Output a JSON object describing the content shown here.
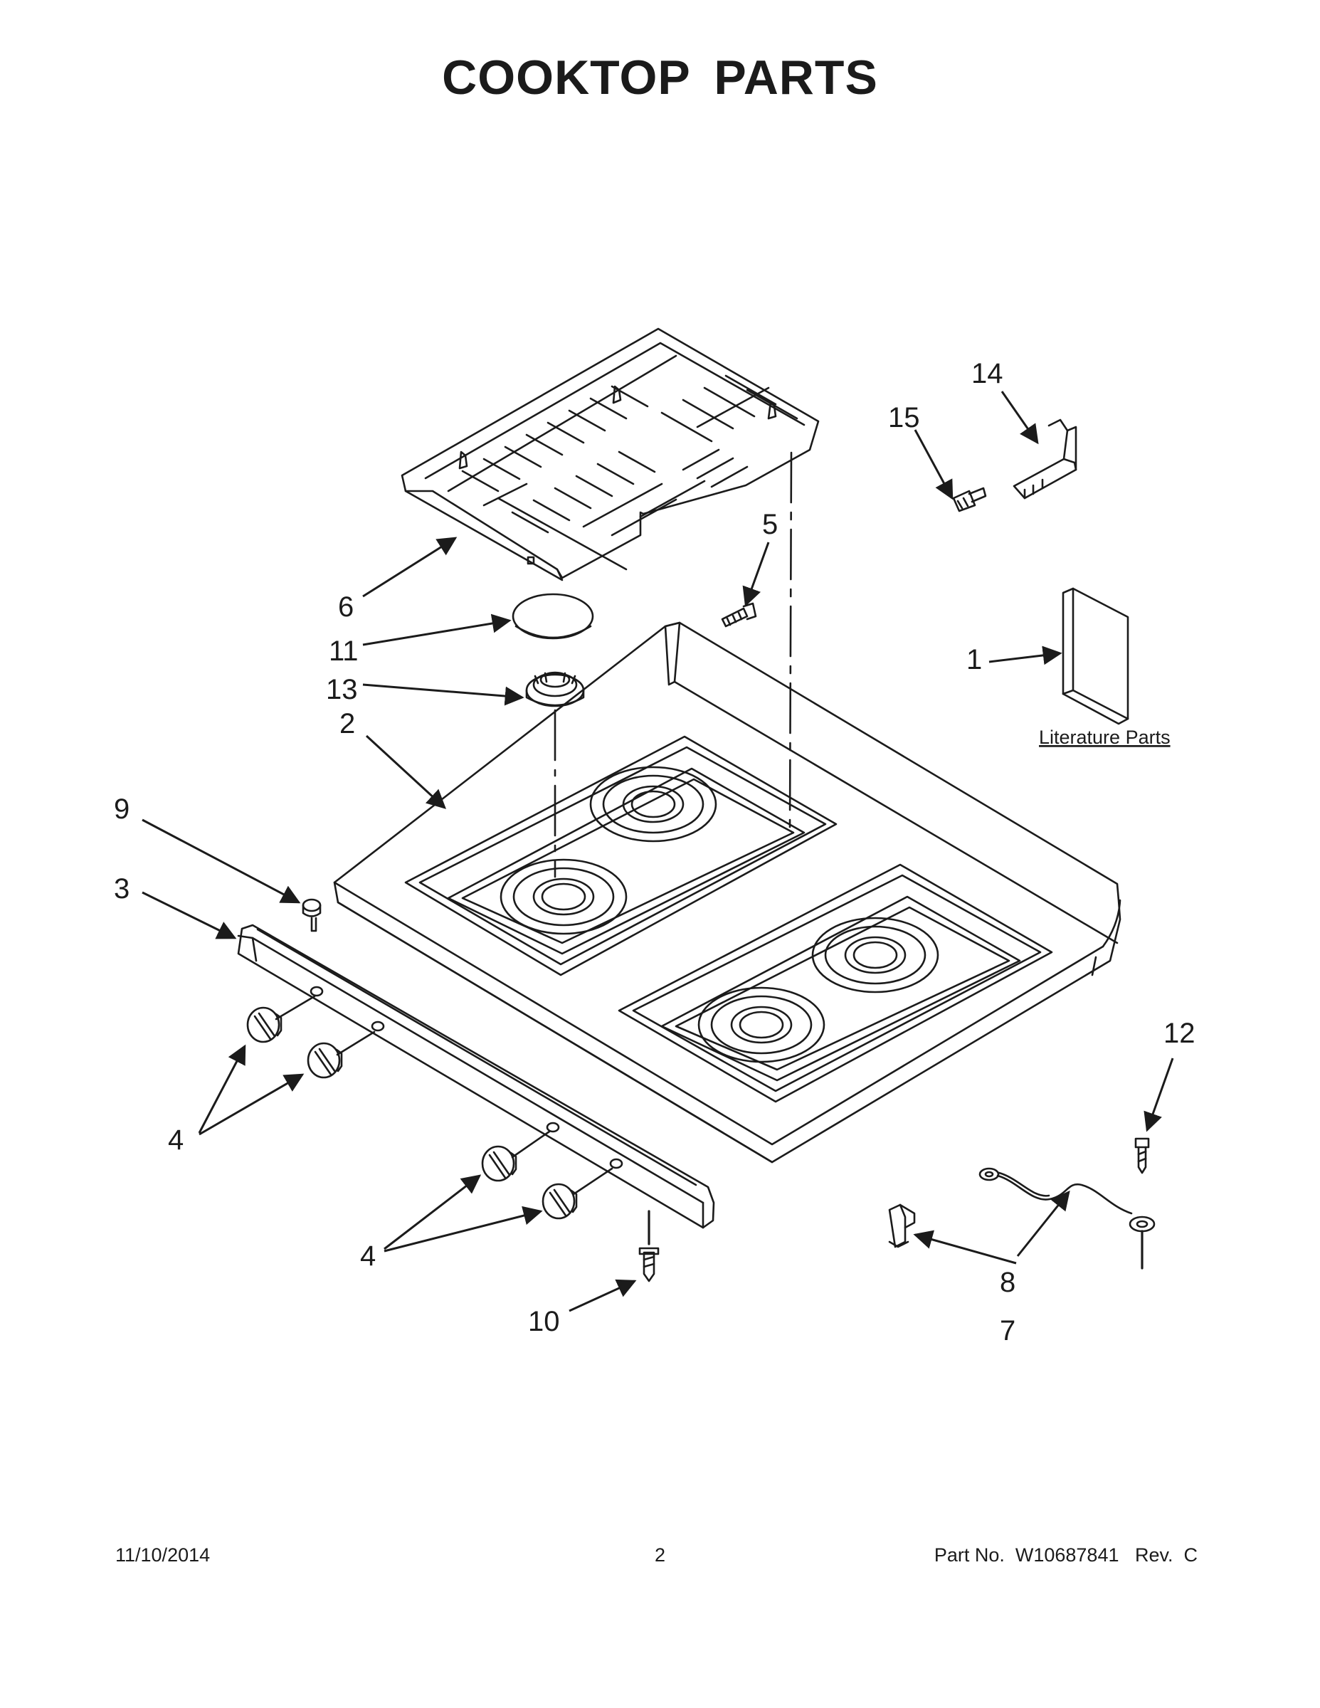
{
  "title": "COOKTOP PARTS",
  "literature_label": "Literature Parts",
  "callouts": {
    "c1": "1",
    "c2": "2",
    "c3": "3",
    "c4a": "4",
    "c4b": "4",
    "c5": "5",
    "c6": "6",
    "c7": "7",
    "c8": "8",
    "c9": "9",
    "c10": "10",
    "c11": "11",
    "c12": "12",
    "c13": "13",
    "c14": "14",
    "c15": "15"
  },
  "footer": {
    "date": "11/10/2014",
    "page": "2",
    "part": "Part No.  W10687841   Rev.  C"
  },
  "colors": {
    "ink": "#1b1b1b",
    "background": "#ffffff"
  }
}
